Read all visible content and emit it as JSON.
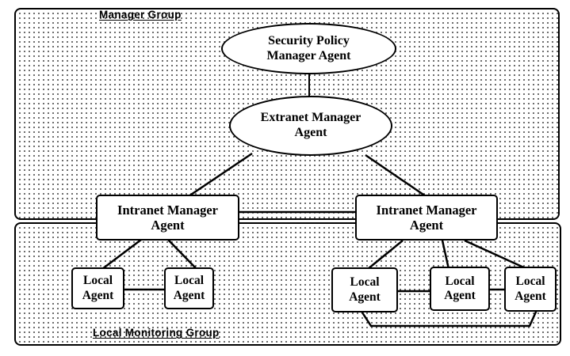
{
  "diagram_type": "agent-hierarchy",
  "groups": {
    "manager": {
      "label": "Manager Group"
    },
    "local_monitoring": {
      "label": "Local Monitoring Group"
    }
  },
  "nodes": {
    "security_policy_manager": {
      "shape": "ellipse",
      "line1": "Security Policy",
      "line2": "Manager Agent"
    },
    "extranet_manager": {
      "shape": "ellipse",
      "line1": "Extranet Manager",
      "line2": "Agent"
    },
    "intranet_manager_left": {
      "shape": "rect",
      "line1": "Intranet Manager",
      "line2": "Agent"
    },
    "intranet_manager_right": {
      "shape": "rect",
      "line1": "Intranet Manager",
      "line2": "Agent"
    },
    "local_agent_1": {
      "shape": "rect",
      "line1": "Local",
      "line2": "Agent"
    },
    "local_agent_2": {
      "shape": "rect",
      "line1": "Local",
      "line2": "Agent"
    },
    "local_agent_3": {
      "shape": "rect",
      "line1": "Local",
      "line2": "Agent"
    },
    "local_agent_4": {
      "shape": "rect",
      "line1": "Local",
      "line2": "Agent"
    },
    "local_agent_5": {
      "shape": "rect",
      "line1": "Local",
      "line2": "Agent"
    }
  },
  "edges": [
    {
      "from": "security_policy_manager",
      "to": "extranet_manager"
    },
    {
      "from": "extranet_manager",
      "to": "intranet_manager_left"
    },
    {
      "from": "extranet_manager",
      "to": "intranet_manager_right"
    },
    {
      "from": "intranet_manager_left",
      "to": "intranet_manager_right"
    },
    {
      "from": "intranet_manager_left",
      "to": "local_agent_1"
    },
    {
      "from": "intranet_manager_left",
      "to": "local_agent_2"
    },
    {
      "from": "local_agent_1",
      "to": "local_agent_2"
    },
    {
      "from": "intranet_manager_right",
      "to": "local_agent_3"
    },
    {
      "from": "intranet_manager_right",
      "to": "local_agent_4"
    },
    {
      "from": "intranet_manager_right",
      "to": "local_agent_5"
    },
    {
      "from": "local_agent_3",
      "to": "local_agent_4"
    },
    {
      "from": "local_agent_4",
      "to": "local_agent_5"
    },
    {
      "from": "local_agent_3",
      "to": "local_agent_5"
    }
  ],
  "colors": {
    "stroke": "#000000",
    "node_fill": "#ffffff",
    "pattern_dot": "#3c3c3c",
    "background": "#ffffff"
  }
}
